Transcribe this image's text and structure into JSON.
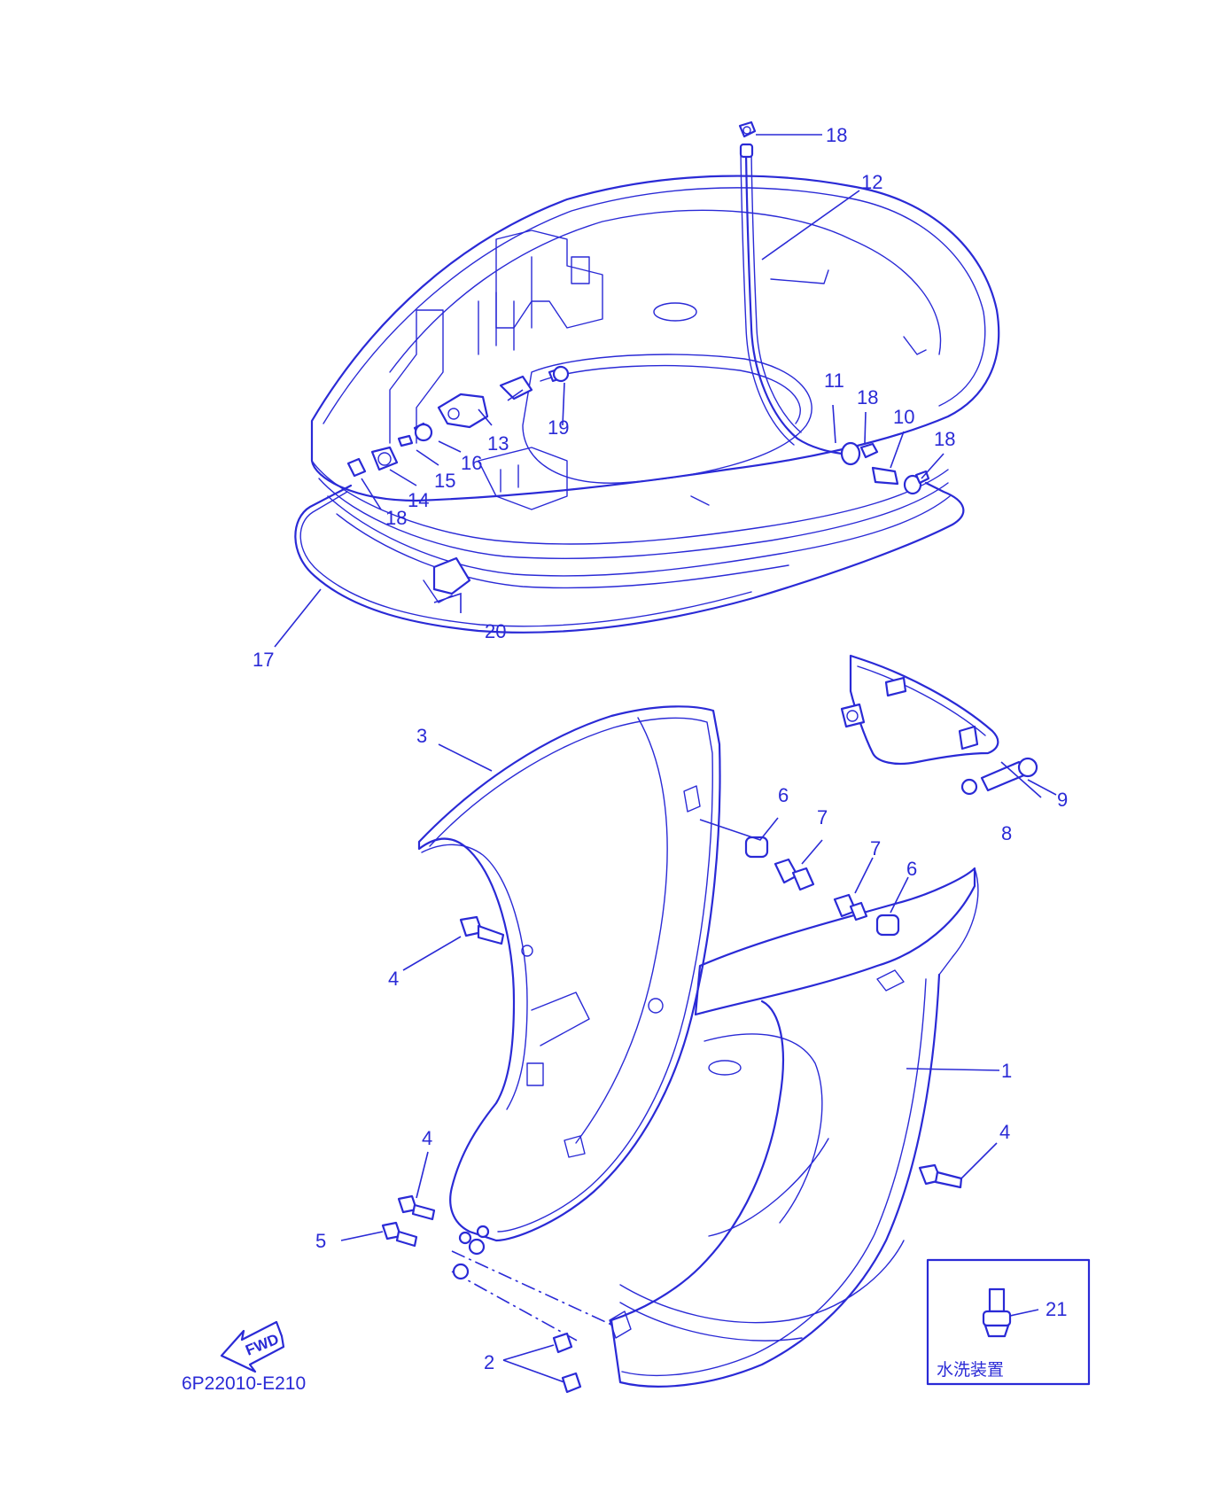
{
  "diagram": {
    "code": "6P22010-E210",
    "fwd_label": "FWD",
    "flush_box_label": "水洗装置",
    "callouts": {
      "c1": "1",
      "c2": "2",
      "c3": "3",
      "c4a": "4",
      "c4b": "4",
      "c4c": "4",
      "c5": "5",
      "c6a": "6",
      "c6b": "6",
      "c7a": "7",
      "c7b": "7",
      "c8": "8",
      "c9": "9",
      "c10": "10",
      "c11": "11",
      "c12": "12",
      "c13": "13",
      "c14": "14",
      "c15": "15",
      "c16": "16",
      "c17": "17",
      "c18a": "18",
      "c18b": "18",
      "c18c": "18",
      "c18d": "18",
      "c19": "19",
      "c20": "20",
      "c21": "21"
    }
  }
}
